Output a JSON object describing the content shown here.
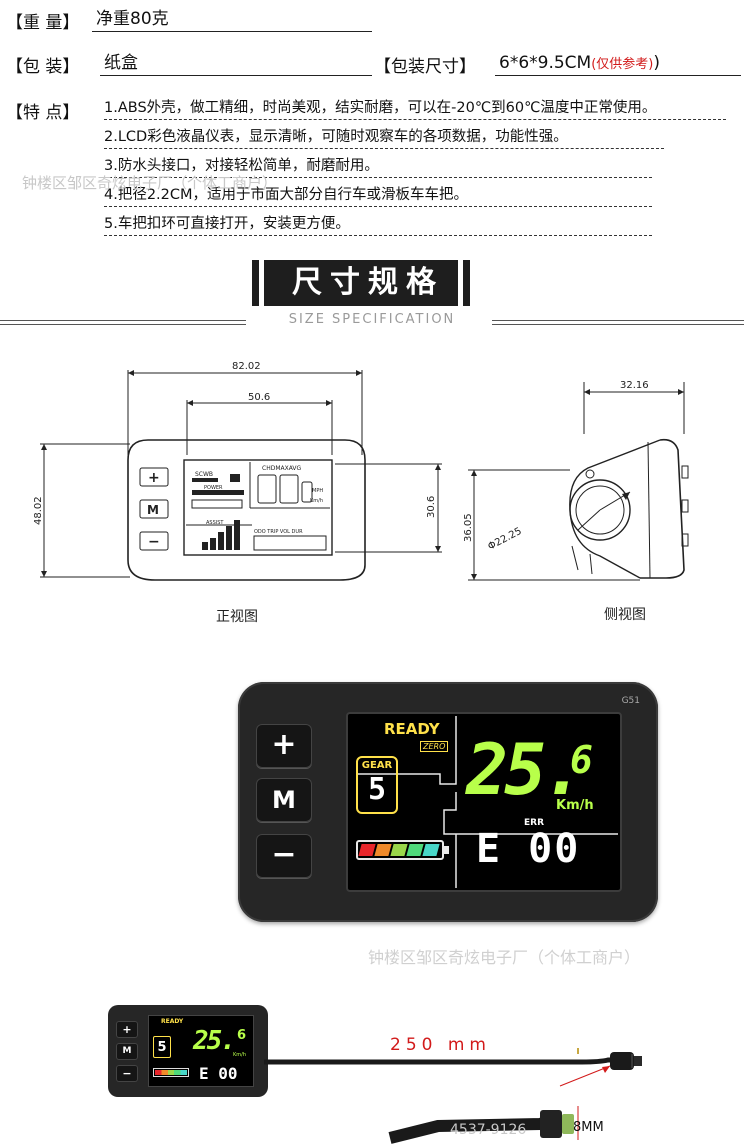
{
  "specs": {
    "weight": {
      "label": "【重 量】",
      "value": "净重80克"
    },
    "package": {
      "label": "【包 装】",
      "value": "纸盒"
    },
    "package_size": {
      "label": "【包装尺寸】",
      "value": "6*6*9.5CM",
      "note": "(仅供参考)",
      "close": ")"
    },
    "features": {
      "label": "【特 点】",
      "items": [
        "1.ABS外壳，做工精细，时尚美观，结实耐磨，可以在-20℃到60℃温度中正常使用。",
        "2.LCD彩色液晶仪表，显示清晰，可随时观察车的各项数据，功能性强。",
        "3.防水头接口，对接轻松简单，耐磨耐用。",
        "4.把径2.2CM，适用于市面大部分自行车或滑板车车把。",
        "5.车把扣环可直接打开，安装更方便。"
      ]
    }
  },
  "watermark": "钟楼区邹区奇炫电子厂（个体工商户）",
  "section": {
    "title": "尺寸规格",
    "subtitle": "SIZE SPECIFICATION"
  },
  "front_view": {
    "label": "正视图",
    "dims": {
      "width_total": "82.02",
      "width_screen": "50.6",
      "height_total": "48.02",
      "height_screen": "30.6"
    },
    "lcd": {
      "top_left": "SCWB",
      "top_mid": "CHDMAXAVG",
      "power": "POWER",
      "assist": "ASSIST",
      "row": "ODO TRIP VOL DUR",
      "unit1": "MPH",
      "unit2": "Km/h"
    },
    "buttons": [
      "+",
      "M",
      "−"
    ]
  },
  "side_view": {
    "label": "侧视图",
    "dims": {
      "depth": "32.16",
      "height": "36.05",
      "diameter": "Φ22.25"
    }
  },
  "display": {
    "model": "G51",
    "ready": "READY",
    "zero": "ZERO",
    "gear_label": "GEAR",
    "gear_value": "5",
    "speed_int": "25.",
    "speed_dec": "6",
    "speed_unit": "Km/h",
    "err_label": "ERR",
    "err_value": "E 00",
    "buttons": [
      "+",
      "M",
      "−"
    ],
    "battery_colors": [
      "#e8262b",
      "#f08a2a",
      "#9ad64a",
      "#4fd87a",
      "#48d6c8"
    ]
  },
  "cable": {
    "length": "250 mm",
    "connector_diameter": "8MM",
    "cable_id": "4537-9126"
  },
  "colors": {
    "accent_red": "#d21a1a",
    "lcd_green": "#b8ff4a",
    "lcd_yellow": "#ffe14a"
  }
}
